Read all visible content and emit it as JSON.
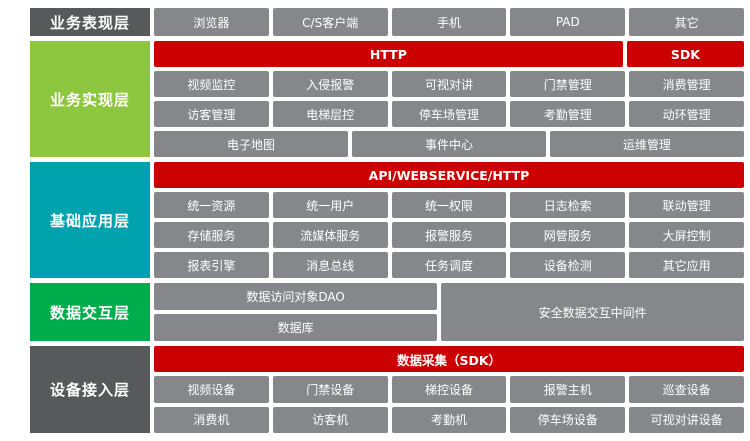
{
  "colors": {
    "label_dark_gray": "#58595b",
    "label_light_green": "#8dc63f",
    "label_teal": "#00a3ad",
    "label_green": "#00ad4d",
    "block_gray": "#85878a",
    "bar_red": "#cc0000",
    "text_white": "#ffffff"
  },
  "layer1": {
    "label": "业务表现层",
    "items": [
      "浏览器",
      "C/S客户端",
      "手机",
      "PAD",
      "其它"
    ]
  },
  "layer2": {
    "label": "业务实现层",
    "http_bar": "HTTP",
    "sdk_bar": "SDK",
    "row1": [
      "视频监控",
      "入侵报警",
      "可视对讲",
      "门禁管理",
      "消费管理"
    ],
    "row2": [
      "访客管理",
      "电梯层控",
      "停车场管理",
      "考勤管理",
      "动环管理"
    ],
    "row3": [
      "电子地图",
      "事件中心",
      "运维管理"
    ]
  },
  "layer3": {
    "label": "基础应用层",
    "bar": "API/WEBSERVICE/HTTP",
    "row1": [
      "统一资源",
      "统一用户",
      "统一权限",
      "日志检索",
      "联动管理"
    ],
    "row2": [
      "存储服务",
      "流媒体服务",
      "报警服务",
      "网管服务",
      "大屏控制"
    ],
    "row3": [
      "报表引擎",
      "消息总线",
      "任务调度",
      "设备检测",
      "其它应用"
    ]
  },
  "layer4": {
    "label": "数据交互层",
    "dao": "数据访问对象DAO",
    "database": "数据库",
    "middleware": "安全数据交互中间件"
  },
  "layer5": {
    "label": "设备接入层",
    "bar": "数据采集（SDK）",
    "row1": [
      "视频设备",
      "门禁设备",
      "梯控设备",
      "报警主机",
      "巡查设备"
    ],
    "row2": [
      "消费机",
      "访客机",
      "考勤机",
      "停车场设备",
      "可视对讲设备"
    ]
  }
}
